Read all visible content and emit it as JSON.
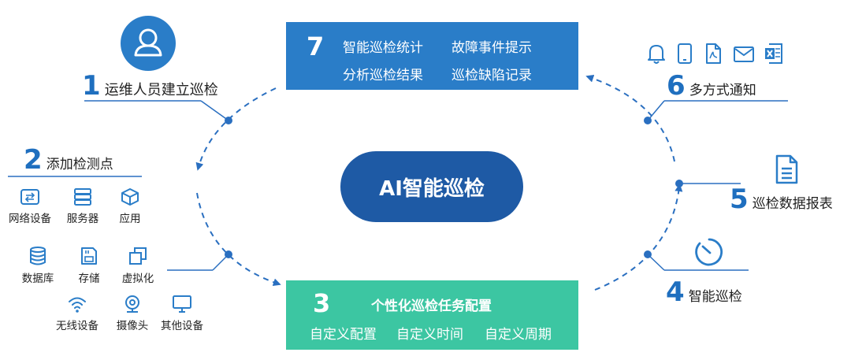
{
  "center_label": "AI智能巡检",
  "box7": {
    "number": "7",
    "items": [
      "智能巡检统计",
      "故障事件提示",
      "分析巡检结果",
      "巡检缺陷记录"
    ]
  },
  "box3": {
    "number": "3",
    "title": "个性化巡检任务配置",
    "items": [
      "自定义配置",
      "自定义时间",
      "自定义周期"
    ]
  },
  "step1": {
    "number": "1",
    "label": "运维人员建立巡检"
  },
  "step2": {
    "number": "2",
    "label": "添加检测点",
    "devices": [
      "网络设备",
      "服务器",
      "应用",
      "数据库",
      "存储",
      "虚拟化",
      "无线设备",
      "摄像头",
      "其他设备"
    ]
  },
  "step4": {
    "number": "4",
    "label": "智能巡检"
  },
  "step5": {
    "number": "5",
    "label": "巡检数据报表"
  },
  "step6": {
    "number": "6",
    "label": "多方式通知"
  },
  "colors": {
    "blue_box": "#2a7dc8",
    "green_box": "#3cc6a2",
    "center": "#1e5aa5",
    "accent": "#1f6fbf",
    "dash": "#2a6fc0"
  }
}
